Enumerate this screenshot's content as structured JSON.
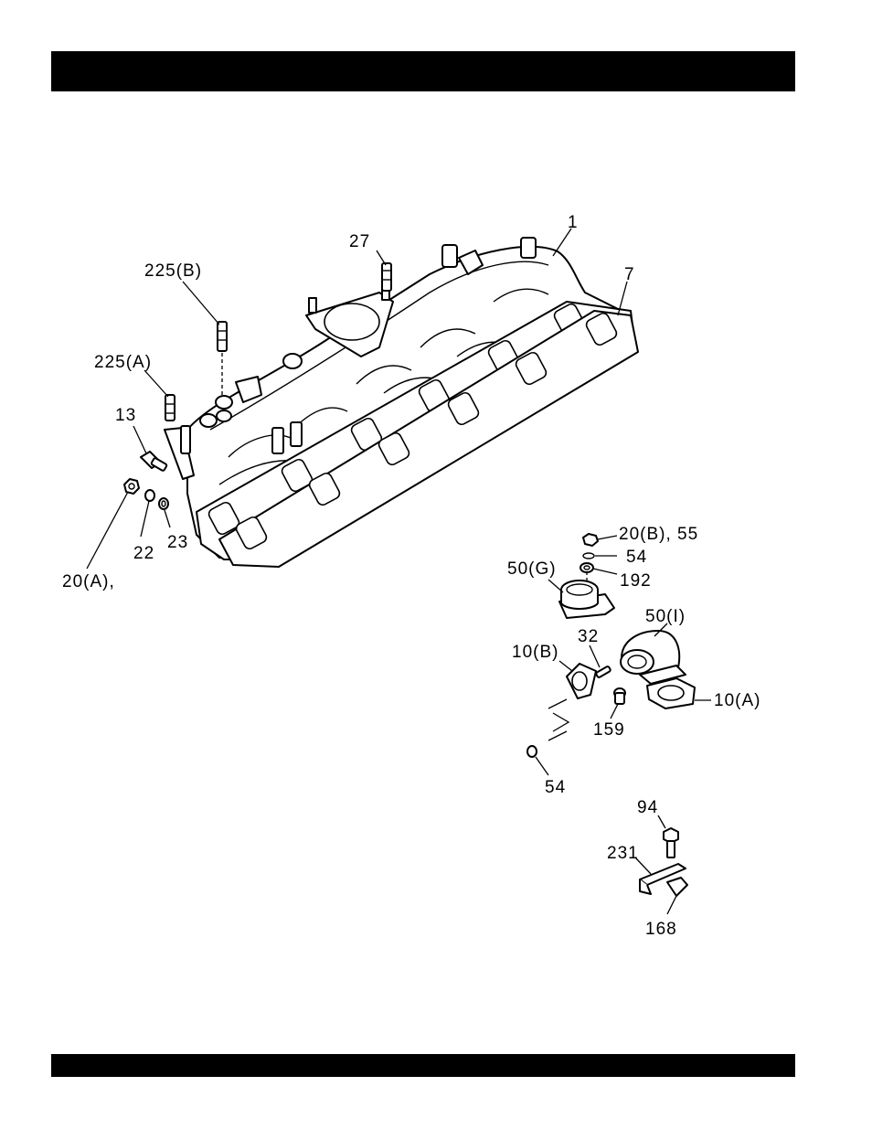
{
  "header_bar": {
    "color": "#000000"
  },
  "footer_bar": {
    "color": "#000000"
  },
  "labels": {
    "p1": "1",
    "p7": "7",
    "p27": "27",
    "p225b": "225(B)",
    "p225a": "225(A)",
    "p13": "13",
    "p20a": "20(A),",
    "p22": "22",
    "p23": "23",
    "p20b55": "20(B), 55",
    "p54a": "54",
    "p192": "192",
    "p50g": "50(G)",
    "p50i": "50(I)",
    "p32": "32",
    "p10b": "10(B)",
    "p10a": "10(A)",
    "p159": "159",
    "p54b": "54",
    "p94": "94",
    "p231": "231",
    "p168": "168"
  }
}
